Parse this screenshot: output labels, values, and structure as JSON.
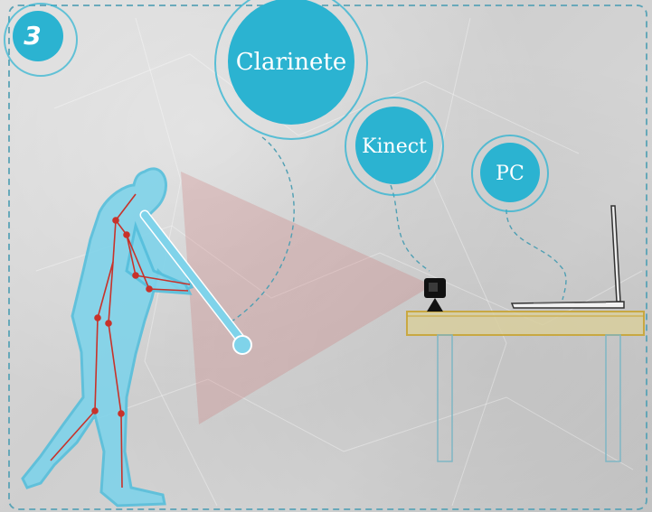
{
  "step": {
    "number": "3"
  },
  "bubbles": {
    "clarinet": {
      "label": "Clarinete"
    },
    "kinect": {
      "label": "Kinect"
    },
    "pc": {
      "label": "PC"
    }
  },
  "colors": {
    "accent": "#2bb3d1",
    "figure": "#7fd3ea",
    "skeleton": "#c8322a",
    "desk": "#c9a32b",
    "dashed": "#4f9fb3"
  }
}
